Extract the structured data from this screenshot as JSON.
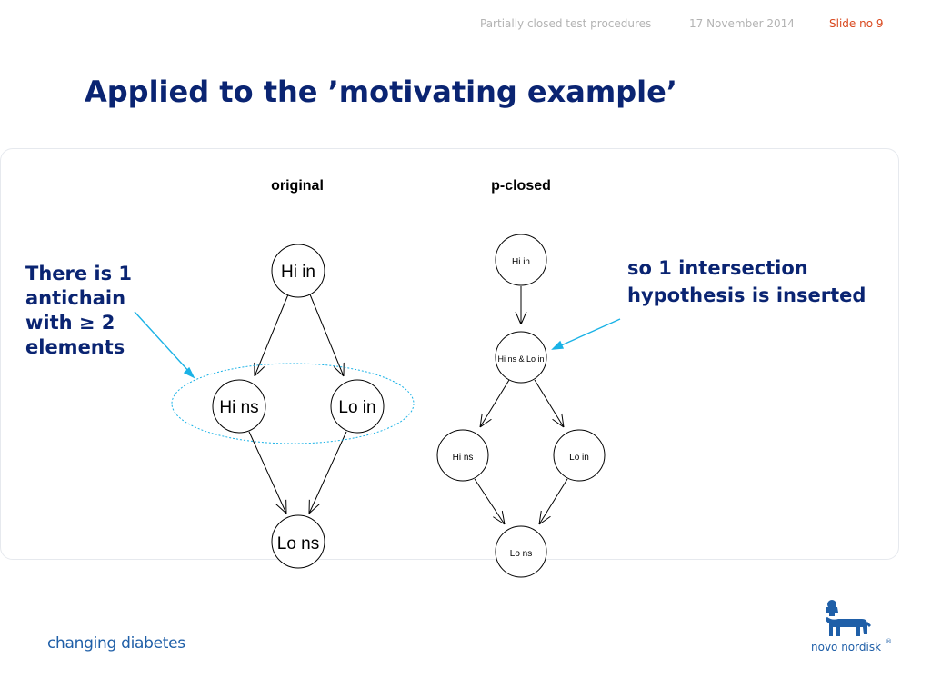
{
  "header": {
    "presentation": "Partially closed test procedures",
    "date": "17 November 2014",
    "slide": "Slide no 9"
  },
  "title": "Applied to the ’motivating example’",
  "diagram": {
    "original": {
      "label": "original",
      "nodes": {
        "top": "Hi in",
        "left": "Hi ns",
        "right": "Lo in",
        "bottom": "Lo ns"
      }
    },
    "pclosed": {
      "label": "p-closed",
      "nodes": {
        "top": "Hi in",
        "mid": "Hi ns & Lo in",
        "left": "Hi ns",
        "right": "Lo in",
        "bottom": "Lo ns"
      }
    }
  },
  "annotations": {
    "left": "There is 1 antichain with ≥ 2 elements",
    "right": "so 1 intersection hypothesis is inserted"
  },
  "colors": {
    "title": "#0a2472",
    "callout": "#1ab2e6",
    "slide_no": "#d9481e",
    "tagline": "#1f5fa8"
  },
  "footer": {
    "tagline": "changing diabetes",
    "logo_text": "novo nordisk",
    "registered_mark": "®"
  }
}
